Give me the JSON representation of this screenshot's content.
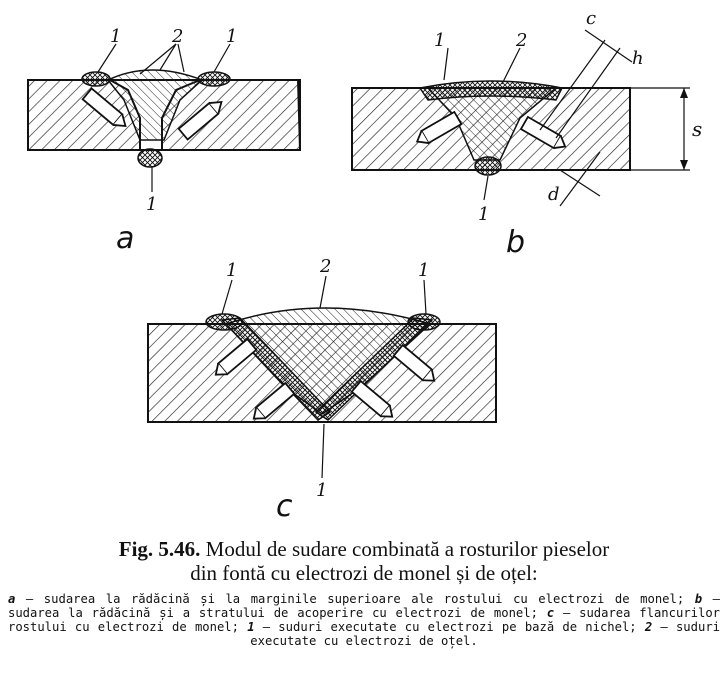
{
  "diagram": {
    "panel_a": {
      "letter": "a",
      "labels": [
        "1",
        "2",
        "1",
        "1"
      ]
    },
    "panel_b": {
      "letter": "b",
      "labels": [
        "1",
        "2",
        "1",
        "c",
        "h",
        "s",
        "d"
      ]
    },
    "panel_c": {
      "letter": "c",
      "labels": [
        "1",
        "2",
        "1",
        "1"
      ]
    }
  },
  "caption": {
    "fig_number": "Fig. 5.46.",
    "title_line1": "Modul de sudare combinată a rosturilor pieselor",
    "title_line2": "din fontă cu electrozi de monel și de oțel:",
    "items": [
      {
        "key": "a",
        "text": "— sudarea la rădăcină și la marginile superioare ale rostului cu electrozi de monel;"
      },
      {
        "key": "b",
        "text": "— sudarea la rădăcină și a stratului de acoperire cu electrozi de monel;"
      },
      {
        "key": "c",
        "text": "— sudarea flancurilor rostului cu electrozi de monel;"
      },
      {
        "key": "1",
        "text": "— suduri executate cu electrozi pe bază de nichel;"
      },
      {
        "key": "2",
        "text": "— suduri executate cu electrozi de oțel."
      }
    ]
  }
}
